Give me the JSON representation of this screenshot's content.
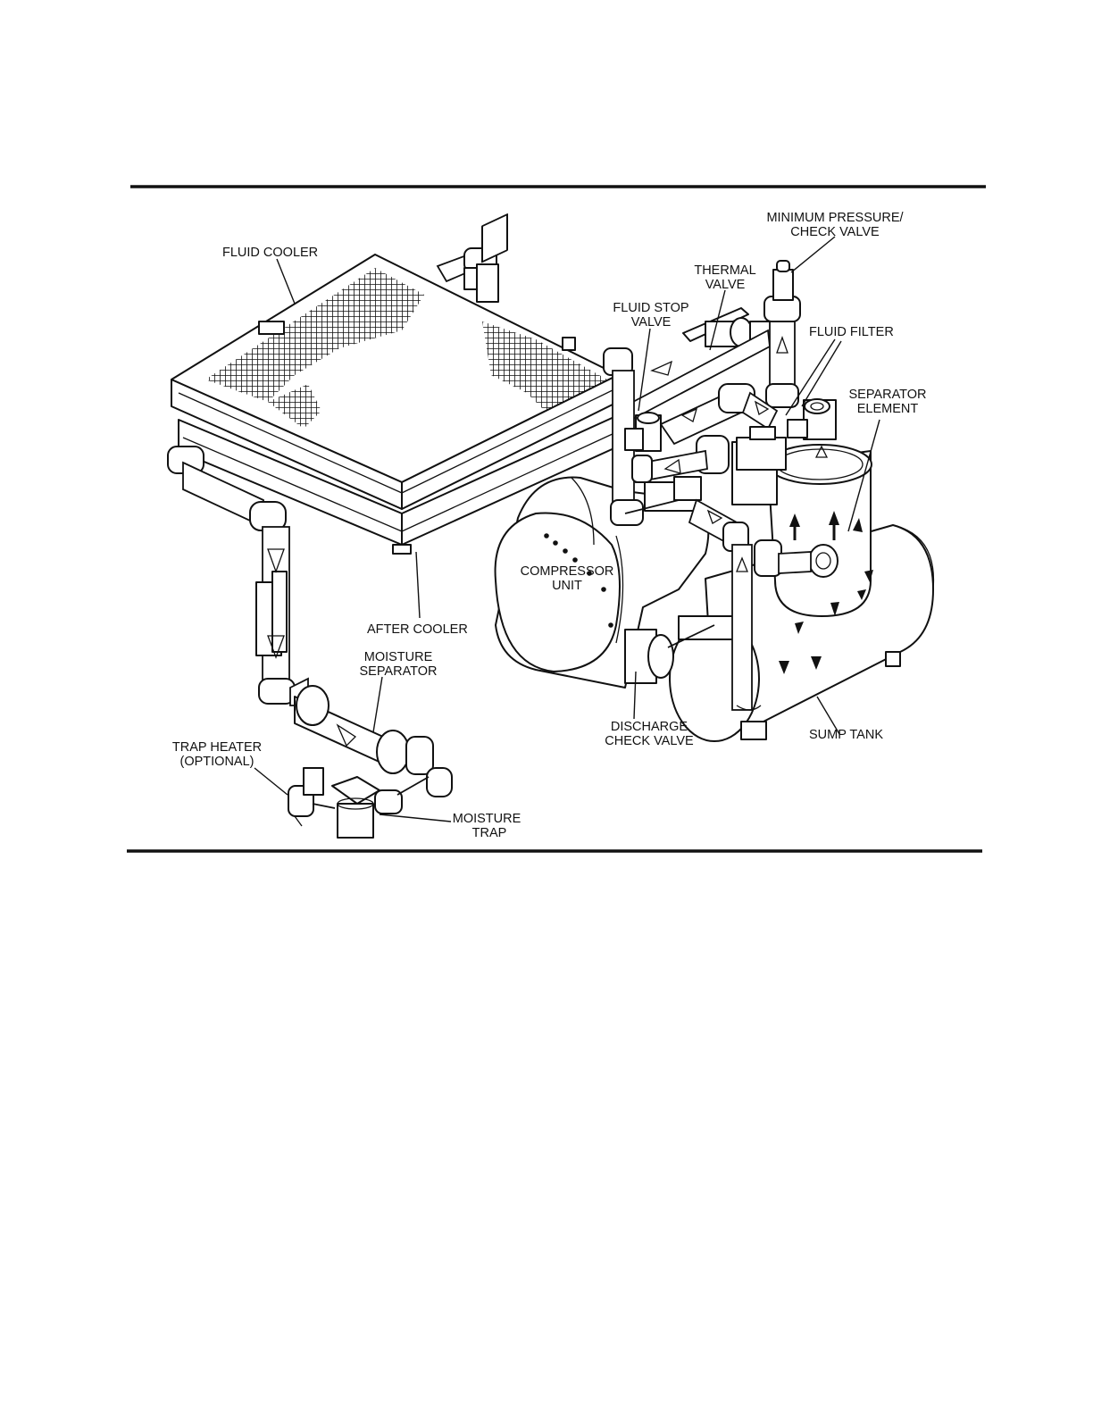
{
  "labels": {
    "fluid_cooler": "FLUID COOLER",
    "min_pressure_1": "MINIMUM PRESSURE/",
    "min_pressure_2": "CHECK VALVE",
    "thermal_1": "THERMAL",
    "thermal_2": "VALVE",
    "fluid_stop_1": "FLUID STOP",
    "fluid_stop_2": "VALVE",
    "fluid_filter": "FLUID FILTER",
    "separator_1": "SEPARATOR",
    "separator_2": "ELEMENT",
    "compressor_1": "COMPRESSOR",
    "compressor_2": "UNIT",
    "after_cooler": "AFTER COOLER",
    "moisture_sep_1": "MOISTURE",
    "moisture_sep_2": "SEPARATOR",
    "discharge_1": "DISCHARGE",
    "discharge_2": "CHECK VALVE",
    "sump_tank": "SUMP TANK",
    "trap_heater_1": "TRAP HEATER",
    "trap_heater_2": "(OPTIONAL)",
    "moisture_trap_1": "MOISTURE",
    "moisture_trap_2": "TRAP"
  }
}
